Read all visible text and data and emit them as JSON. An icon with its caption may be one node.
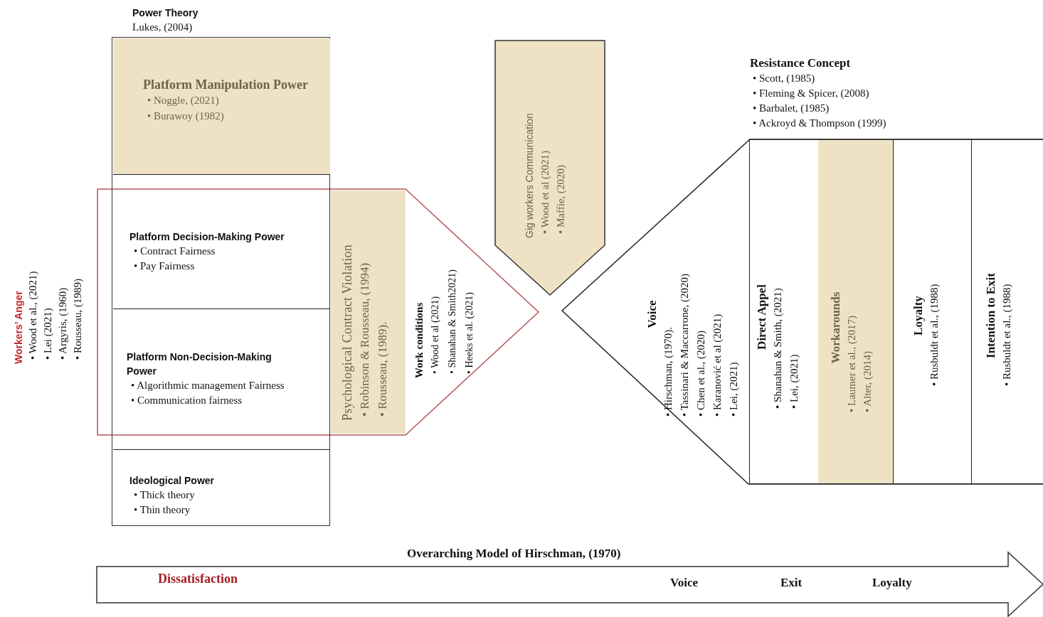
{
  "diagram": {
    "nodes": [
      {
        "text": [
          "Power Theory",
          "Lukes, (2004)"
        ]
      },
      {
        "text": [
          "Platform Manipulation Power",
          "• Noggle, (2021)",
          "• Burawoy (1982)"
        ],
        "in": 0
      },
      {
        "text": [
          "Platform Decision-Making Power",
          "• Contract Fairness",
          "• Pay Fairness"
        ],
        "in": 0
      },
      {
        "text": [
          "Platform Non-Decision-Making Power",
          "• Algorithmic management Fairness",
          "• Communication fairness"
        ],
        "in": 0
      },
      {
        "text": [
          "Ideological Power",
          "• Thick theory",
          "• Thin theory"
        ],
        "in": 0
      },
      {
        "text": [
          "Work conditions",
          "• Wood et al (2021)",
          "• Shanahan & Smith2021)",
          "• Heeks et al. (2021)"
        ]
      },
      {
        "text": [
          "Psychological Contract Violation",
          "• Robinson & Rousseau, (1994)",
          "• Rousseau, (1989)."
        ],
        "in": 5
      },
      {
        "text": [
          "Gig workers Communication",
          "• Wood et al (2021)",
          "• Maffie, (2020)"
        ]
      },
      {
        "text": [
          "Resistance Concept",
          "• Scott, (1985)",
          "• Fleming & Spicer, (2008)",
          "• Barbalet, (1985)",
          "• Ackroyd & Thompson (1999)"
        ]
      },
      {
        "text": [
          "Voice",
          "• Hirschman, (1970).",
          "• Tassinari & Maccarrone, (2020)",
          "• Chen et al., (2020)",
          "• Karanović et al  (2021)",
          "• Lei, (2021)"
        ],
        "in": 8
      },
      {
        "text": [
          "Direct Appel",
          "• Shanahan & Smith, (2021)",
          "• Lei, (2021)"
        ],
        "in": 8
      },
      {
        "text": [
          "Workarounds",
          "• Laumer et al., (2017)",
          "• Alter, (2014)"
        ],
        "in": 8
      },
      {
        "text": [
          "Loyalty",
          "• Rusbuldt et al., (1988)"
        ],
        "in": 8
      },
      {
        "text": [
          "Intention to Exit",
          "• Rusbuldt et al., (1988)"
        ],
        "in": 8
      },
      {
        "text": [
          "Overarching Model of Hirschman, (1970)",
          "Dissatisfaction",
          "Voice",
          "Exit",
          "Loyalty"
        ]
      }
    ],
    "labels": [
      "Workers’ Anger",
      "• Wood et al., (2021)",
      "• Lei (2021)",
      "• Argyris, (1960)",
      "• Rousseau, (1989)"
    ]
  }
}
